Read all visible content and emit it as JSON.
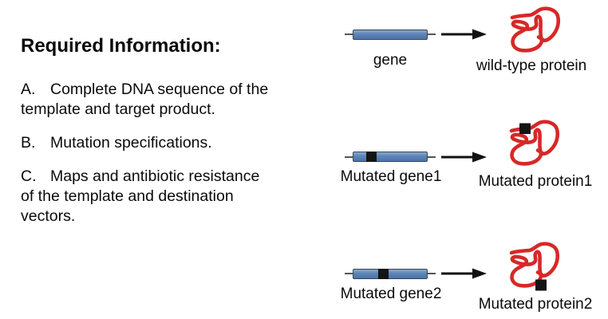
{
  "left_panel": {
    "title": "Required Information:",
    "items": [
      {
        "label": "A.",
        "text": "Complete DNA sequence of the template and target product."
      },
      {
        "label": "B.",
        "text": "Mutation specifications."
      },
      {
        "label": "C.",
        "text": "Maps and antibiotic resistance of the template and destination vectors."
      }
    ]
  },
  "diagram": {
    "rows": [
      {
        "gene_label": "gene",
        "protein_label": "wild-type protein",
        "gene_mutation": "none",
        "protein_mutation": "none"
      },
      {
        "gene_label": "Mutated gene1",
        "protein_label": "Mutated protein1",
        "gene_mutation": "near-start",
        "protein_mutation": "top-left"
      },
      {
        "gene_label": "Mutated gene2",
        "protein_label": "Mutated protein2",
        "gene_mutation": "middle",
        "protein_mutation": "bottom"
      }
    ],
    "colors": {
      "gene_fill": "#5b84b8",
      "gene_border": "#3c4654",
      "protein_stroke": "#d72828",
      "mutation_fill": "#141414",
      "arrow": "#111111",
      "line": "#555555"
    }
  }
}
